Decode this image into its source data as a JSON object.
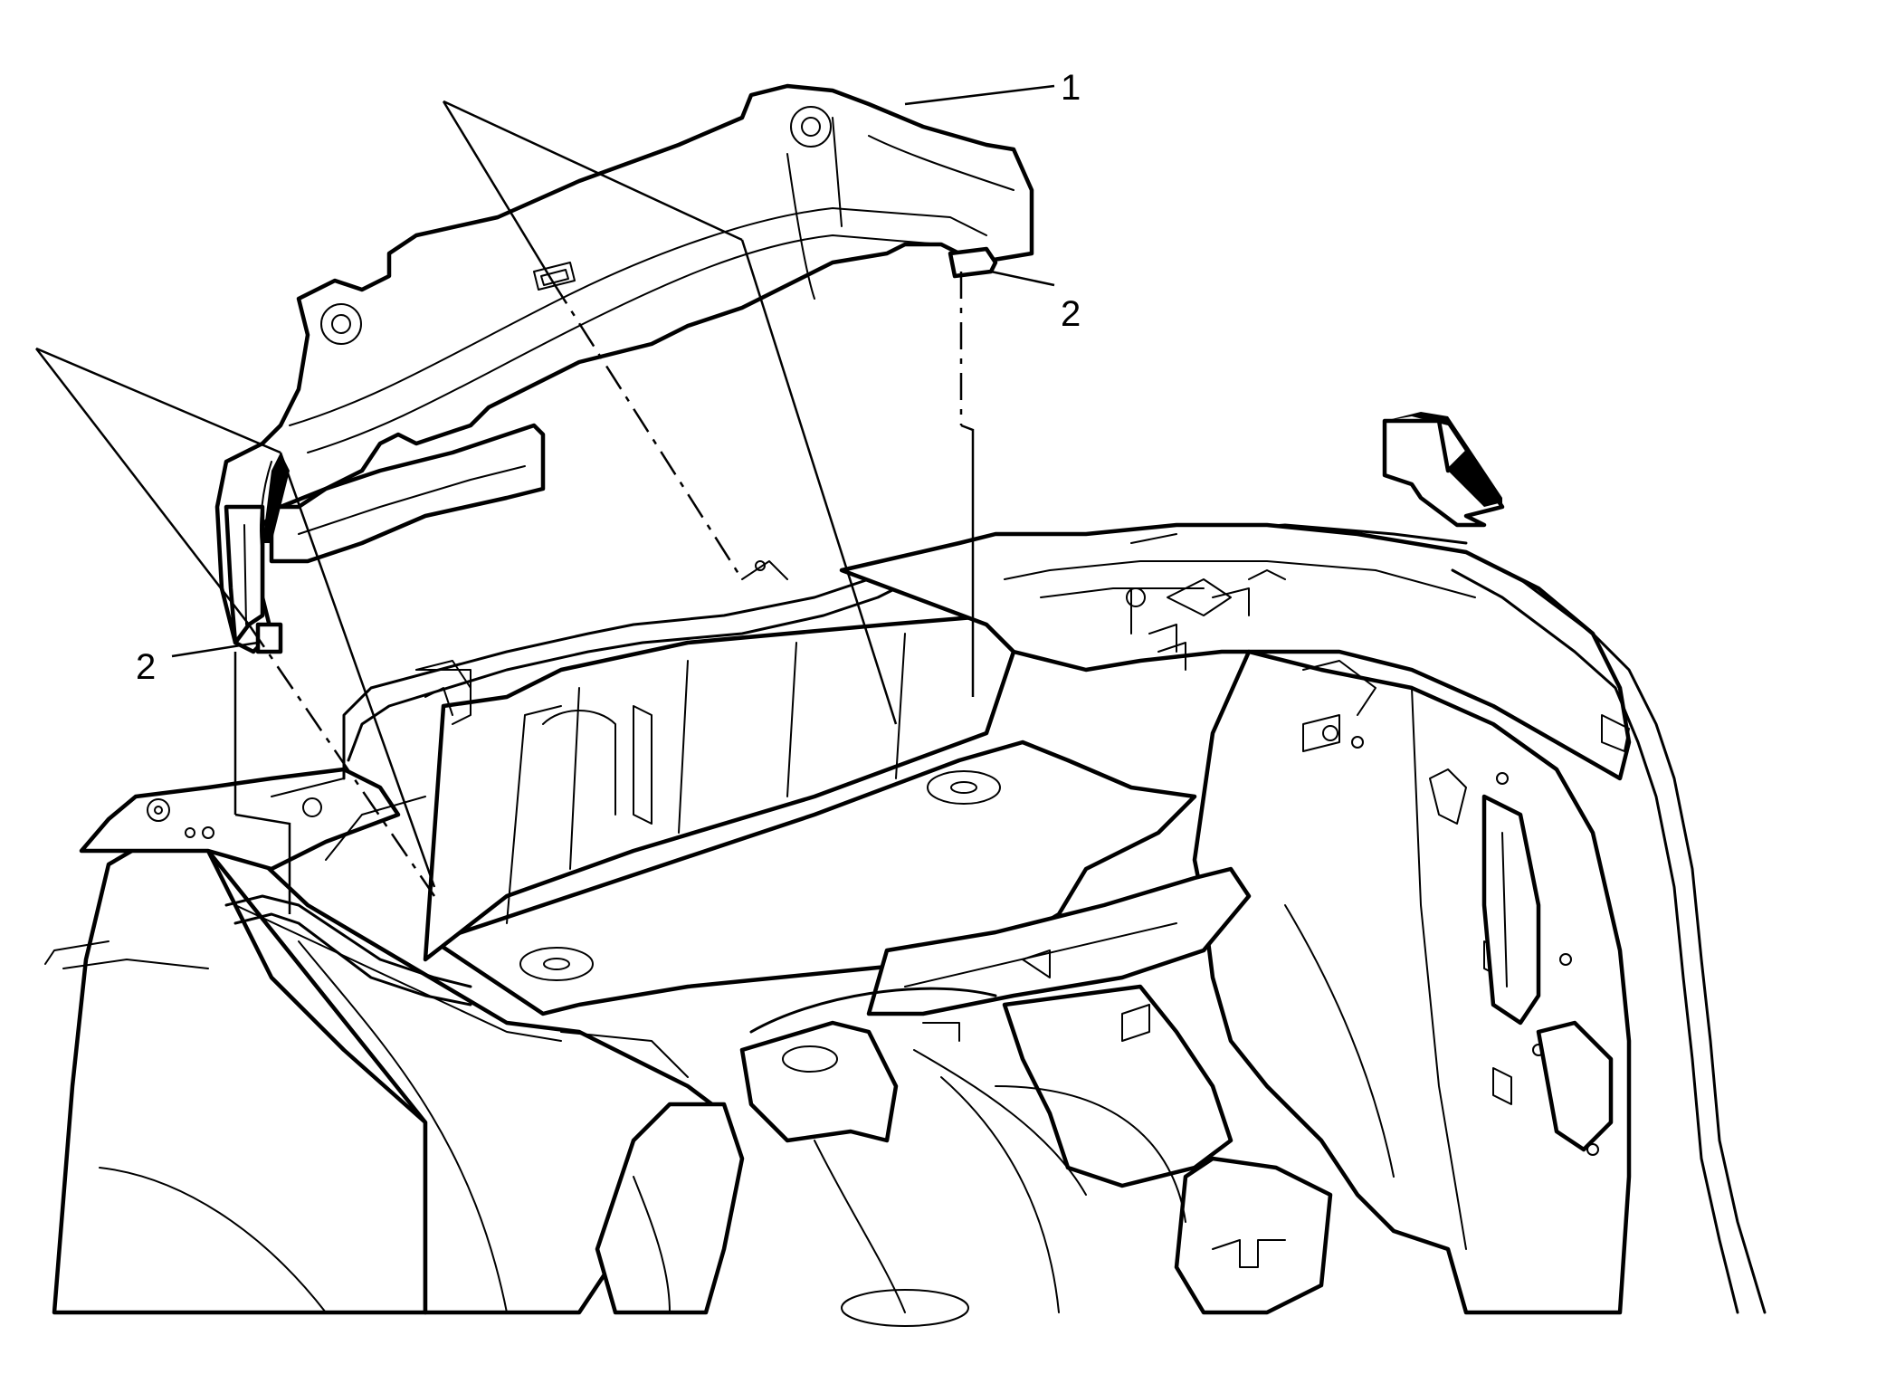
{
  "figure": {
    "callouts": [
      {
        "id": "c1",
        "text": "1"
      },
      {
        "id": "c2-right",
        "text": "2"
      },
      {
        "id": "c2-left",
        "text": "2"
      }
    ],
    "line_color": "#000000",
    "background_color": "#ffffff"
  }
}
